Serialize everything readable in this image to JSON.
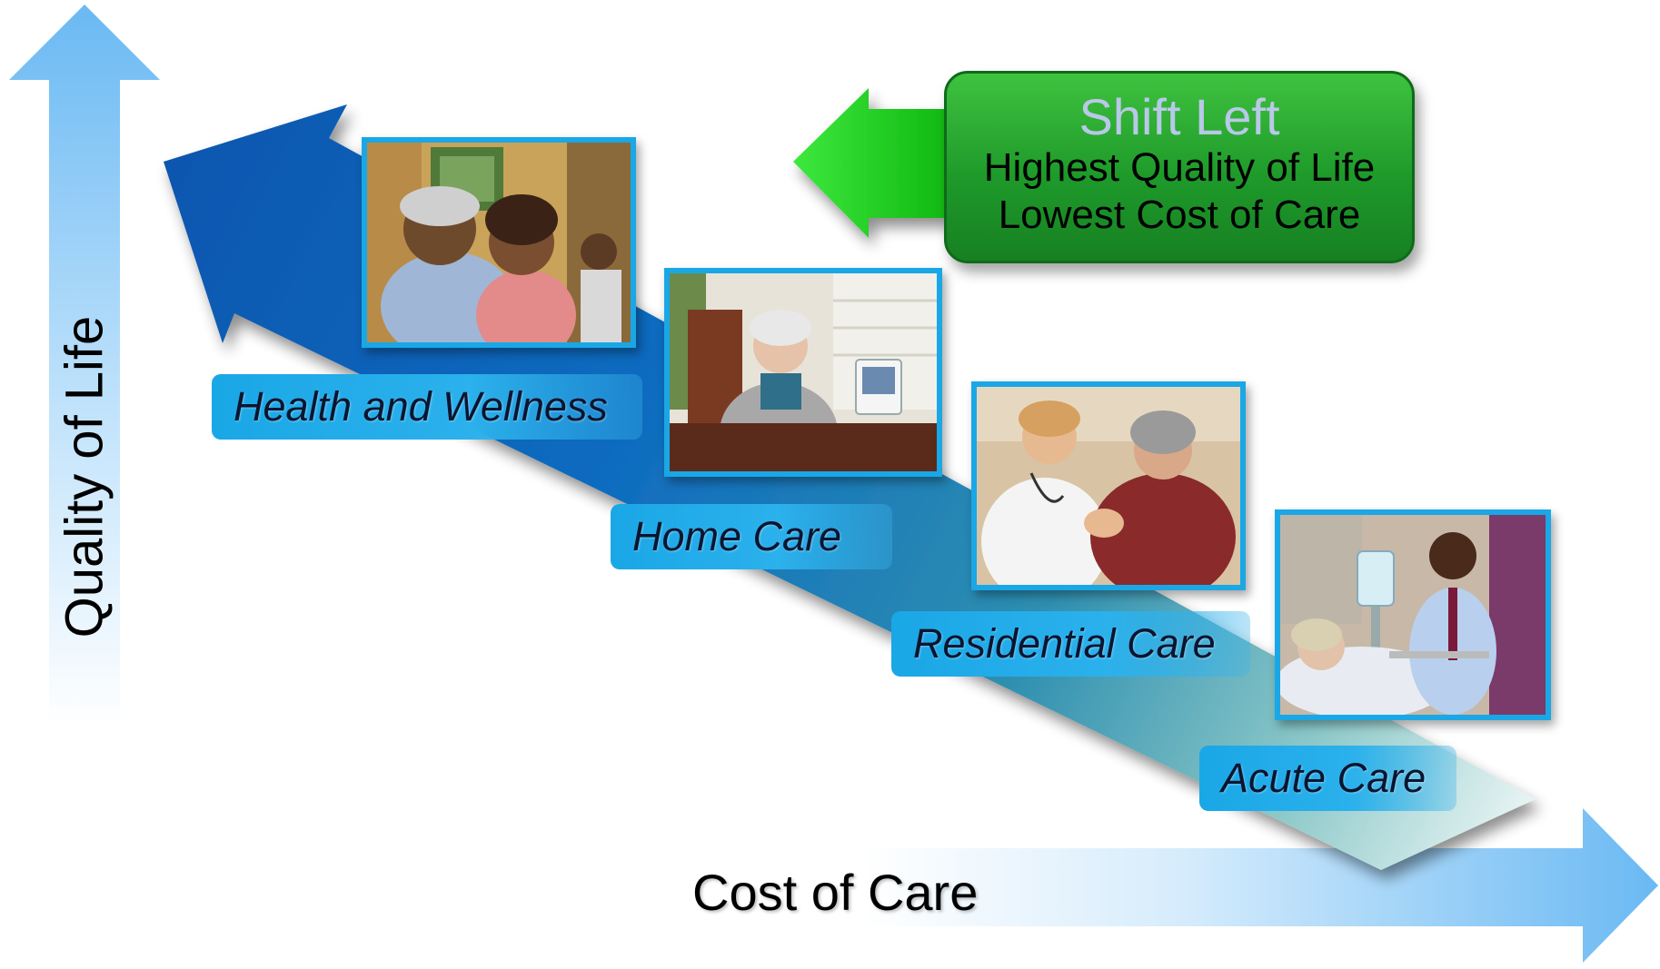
{
  "axes": {
    "y_label": "Quality of Life",
    "x_label": "Cost of Care"
  },
  "callout": {
    "title": "Shift Left",
    "line1": "Highest Quality of Life",
    "line2": "Lowest Cost of Care"
  },
  "stages": [
    {
      "label": "Health and Wellness",
      "image": "grandmother-and-child-photo"
    },
    {
      "label": "Home Care",
      "image": "senior-woman-at-table-photo"
    },
    {
      "label": "Residential Care",
      "image": "nurse-with-elderly-woman-photo"
    },
    {
      "label": "Acute Care",
      "image": "doctor-with-hospital-patient-photo"
    }
  ],
  "colors": {
    "axis_arrow": "#7cc4f5",
    "trend_arrow_start": "#0a5fb5",
    "trend_arrow_end": "#d8ecec",
    "callout_green": "#1e9a2a",
    "shift_arrow": "#22cc22",
    "label_blue": "#1aa7e6"
  }
}
